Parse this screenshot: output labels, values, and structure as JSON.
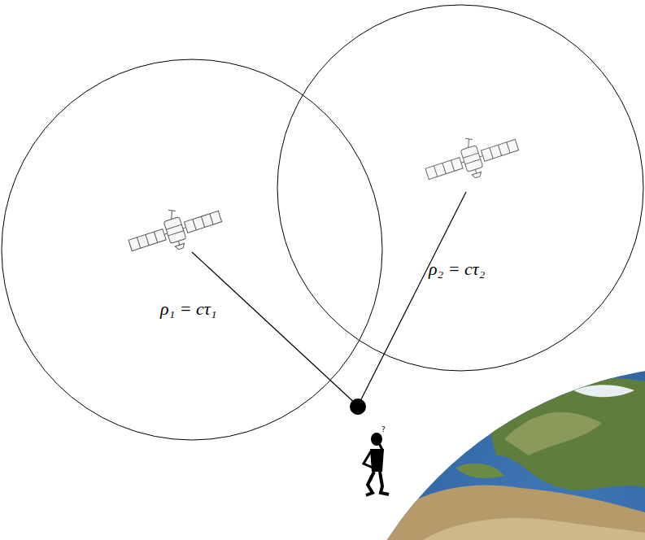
{
  "diagram": {
    "labels": [
      "ρ₁ = cτ₁",
      "ρ₂ = cτ₂",
      "?"
    ]
  }
}
